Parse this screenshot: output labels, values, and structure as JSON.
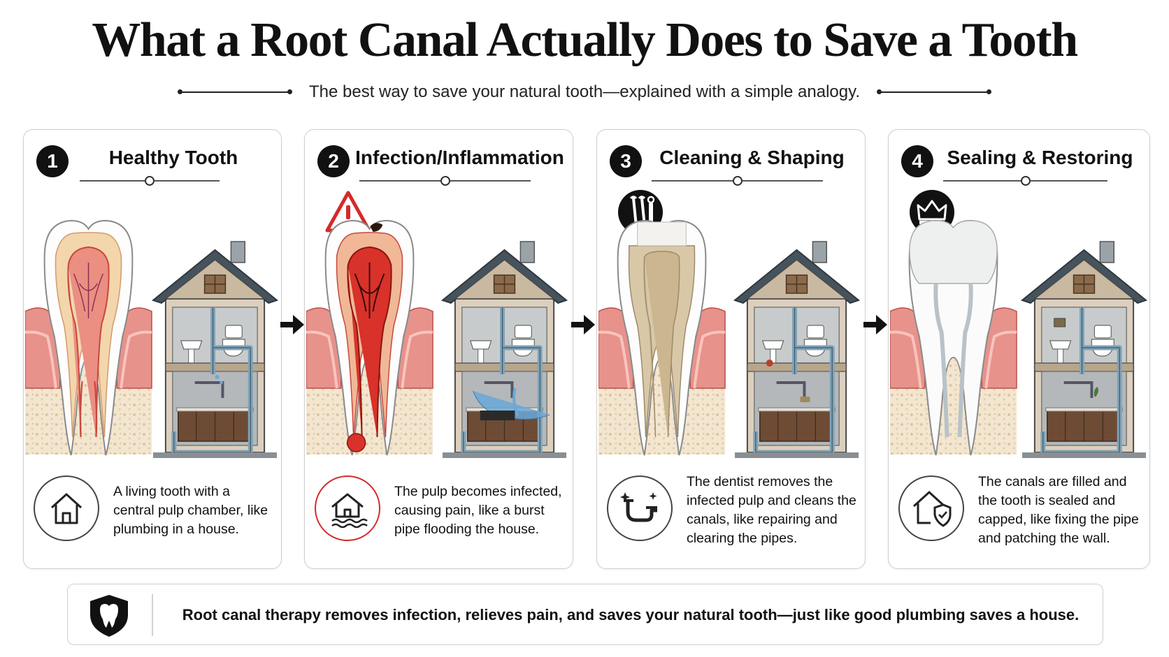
{
  "header": {
    "title": "What a Root Canal Actually Does to Save a Tooth",
    "subtitle": "The best way to save your natural tooth—explained with a simple analogy."
  },
  "steps": [
    {
      "number": "1",
      "title": "Healthy Tooth",
      "badge_icon": "none",
      "footer_icon": "house-icon",
      "description": "A living tooth with a central pulp chamber, like plumbing in a house."
    },
    {
      "number": "2",
      "title": "Infection/Inflammation",
      "badge_icon": "warning-icon",
      "footer_icon": "flooded-house-icon",
      "description": "The pulp becomes infected, causing pain, like a burst pipe flooding the house."
    },
    {
      "number": "3",
      "title": "Cleaning & Shaping",
      "badge_icon": "dental-tools-icon",
      "footer_icon": "clean-pipe-icon",
      "description": "The dentist removes the infected pulp and cleans the canals, like repairing and clearing the pipes."
    },
    {
      "number": "4",
      "title": "Sealing & Restoring",
      "badge_icon": "crown-icon",
      "footer_icon": "shield-house-icon",
      "description": "The canals are filled and the tooth is sealed and capped, like fixing the pipe and patching the wall."
    }
  ],
  "summary": {
    "icon": "tooth-shield-icon",
    "text": "Root canal therapy removes infection, relieves pain, and saves your natural tooth—just like good plumbing saves a house."
  },
  "colors": {
    "accent_red": "#d42a2a",
    "gum_pink": "#e8938d",
    "bone": "#f1e3cc",
    "pipe_blue": "#7fa3b8",
    "house_roof": "#4a5560",
    "house_wall": "#d9cbb8"
  }
}
